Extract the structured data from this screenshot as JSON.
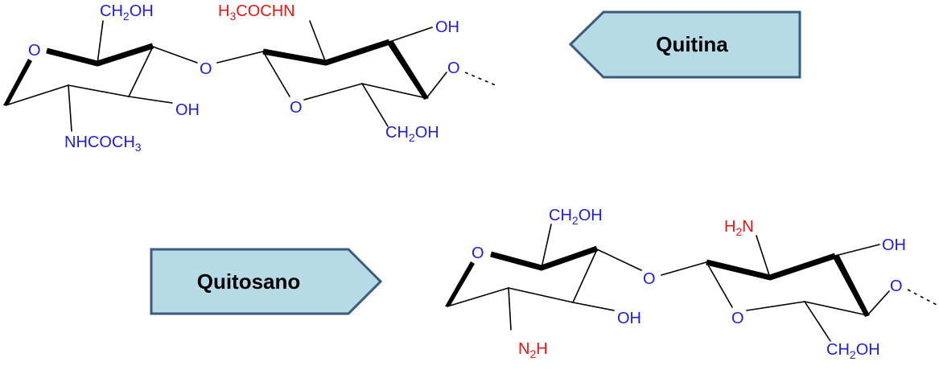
{
  "chitin": {
    "name": "Quitina",
    "labels": {
      "ring_o_left": "O",
      "ch2oh_top_left": "CH2OH",
      "nhcoch3": "NHCOCH3",
      "oh_left": "OH",
      "glycosidic_o": "O",
      "h3cochn": "H3COCHN",
      "oh_top_right": "OH",
      "ring_o_right": "O",
      "ch2oh_bottom_right": "CH2OH",
      "o_chain": "O"
    }
  },
  "chitosan": {
    "name": "Quitosano",
    "labels": {
      "ring_o_left": "O",
      "ch2oh_top_left": "CH2OH",
      "n2h": "N2H",
      "oh_left": "OH",
      "glycosidic_o": "O",
      "h2n": "H2N",
      "oh_top_right": "OH",
      "ring_o_right": "O",
      "ch2oh_bottom_right": "CH2OH",
      "o_chain": "O"
    }
  },
  "colors": {
    "atom_label_blue": "#1f1fd6",
    "amine_group_red": "#e01818",
    "tag_fill": "#b7dbe6",
    "tag_border": "#3c5a7c"
  }
}
